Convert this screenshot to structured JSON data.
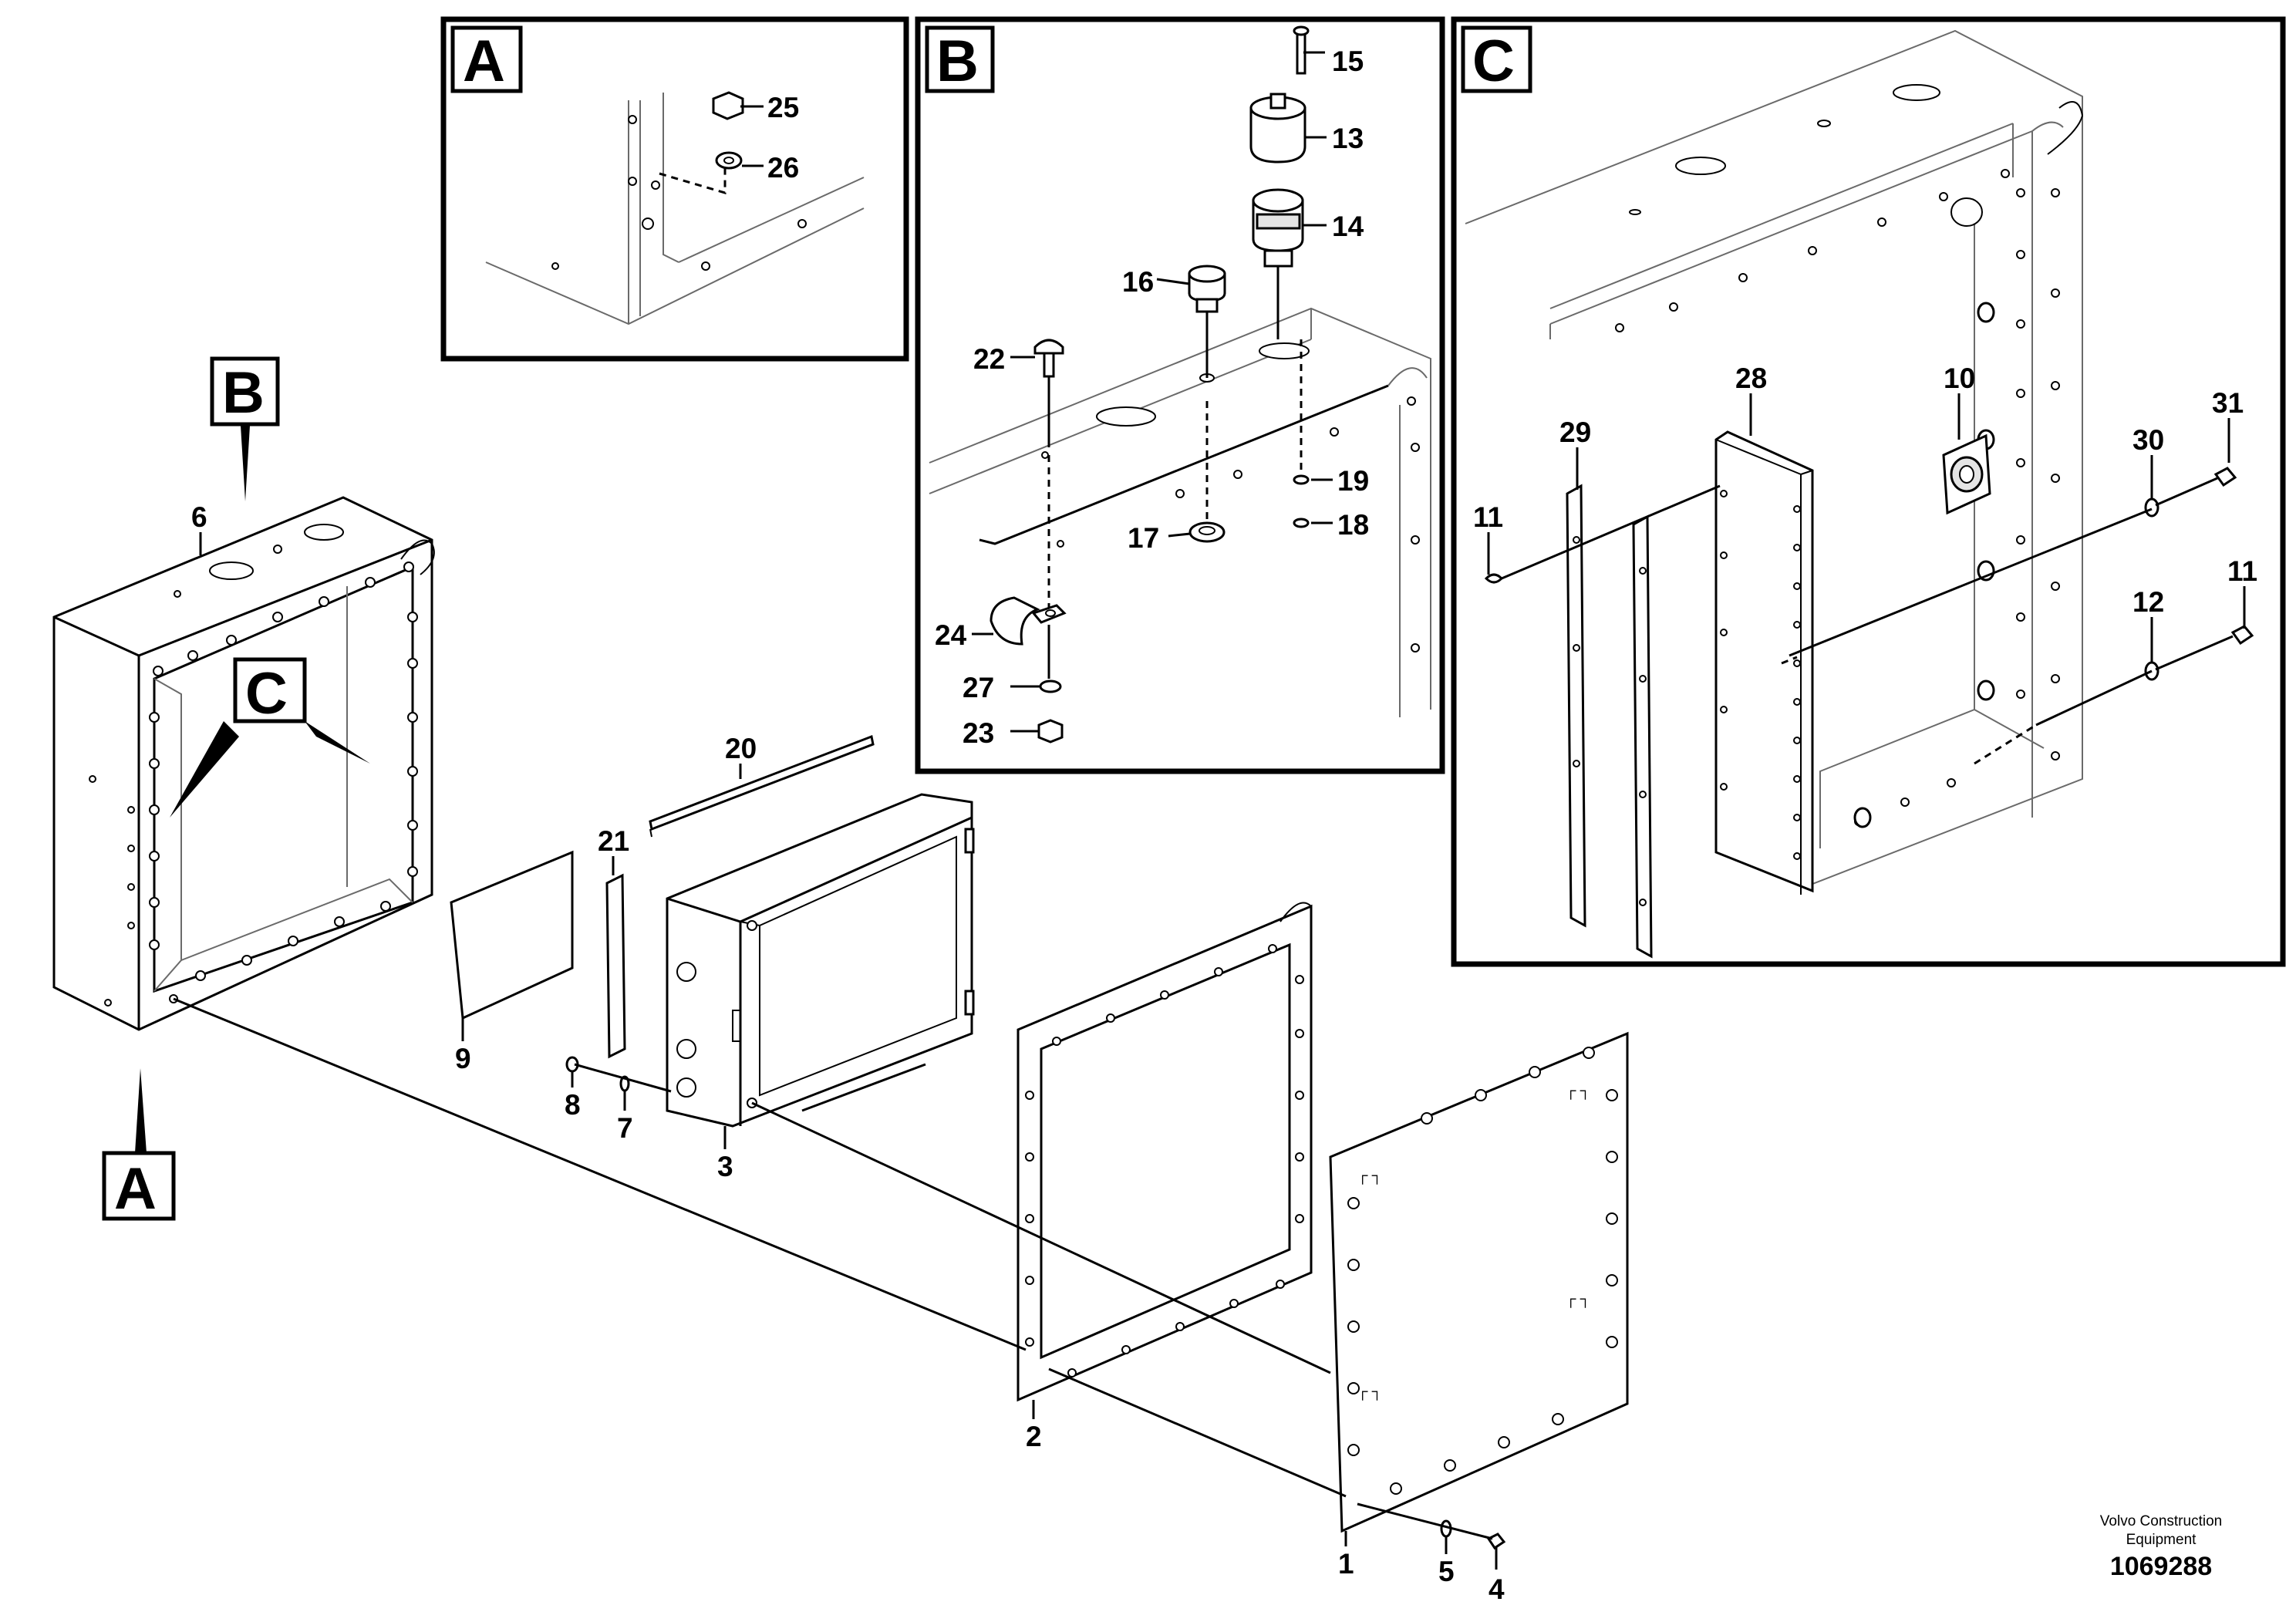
{
  "insets": {
    "a": {
      "tag": "A"
    },
    "b": {
      "tag": "B"
    },
    "c": {
      "tag": "C"
    }
  },
  "callouts": {
    "b": "B",
    "c": "C",
    "a": "A"
  },
  "part_labels": {
    "p1": "1",
    "p2": "2",
    "p3": "3",
    "p4": "4",
    "p5": "5",
    "p6": "6",
    "p7": "7",
    "p8": "8",
    "p9": "9",
    "p10": "10",
    "p11a": "11",
    "p11b": "11",
    "p12": "12",
    "p13": "13",
    "p14": "14",
    "p15": "15",
    "p16": "16",
    "p17": "17",
    "p18": "18",
    "p19": "19",
    "p20": "20",
    "p21": "21",
    "p22": "22",
    "p23": "23",
    "p24": "24",
    "p25": "25",
    "p26": "26",
    "p27": "27",
    "p28": "28",
    "p29": "29",
    "p30": "30",
    "p31": "31"
  },
  "caption": {
    "line1": "Volvo Construction",
    "line2": "Equipment",
    "number": "1069288"
  }
}
